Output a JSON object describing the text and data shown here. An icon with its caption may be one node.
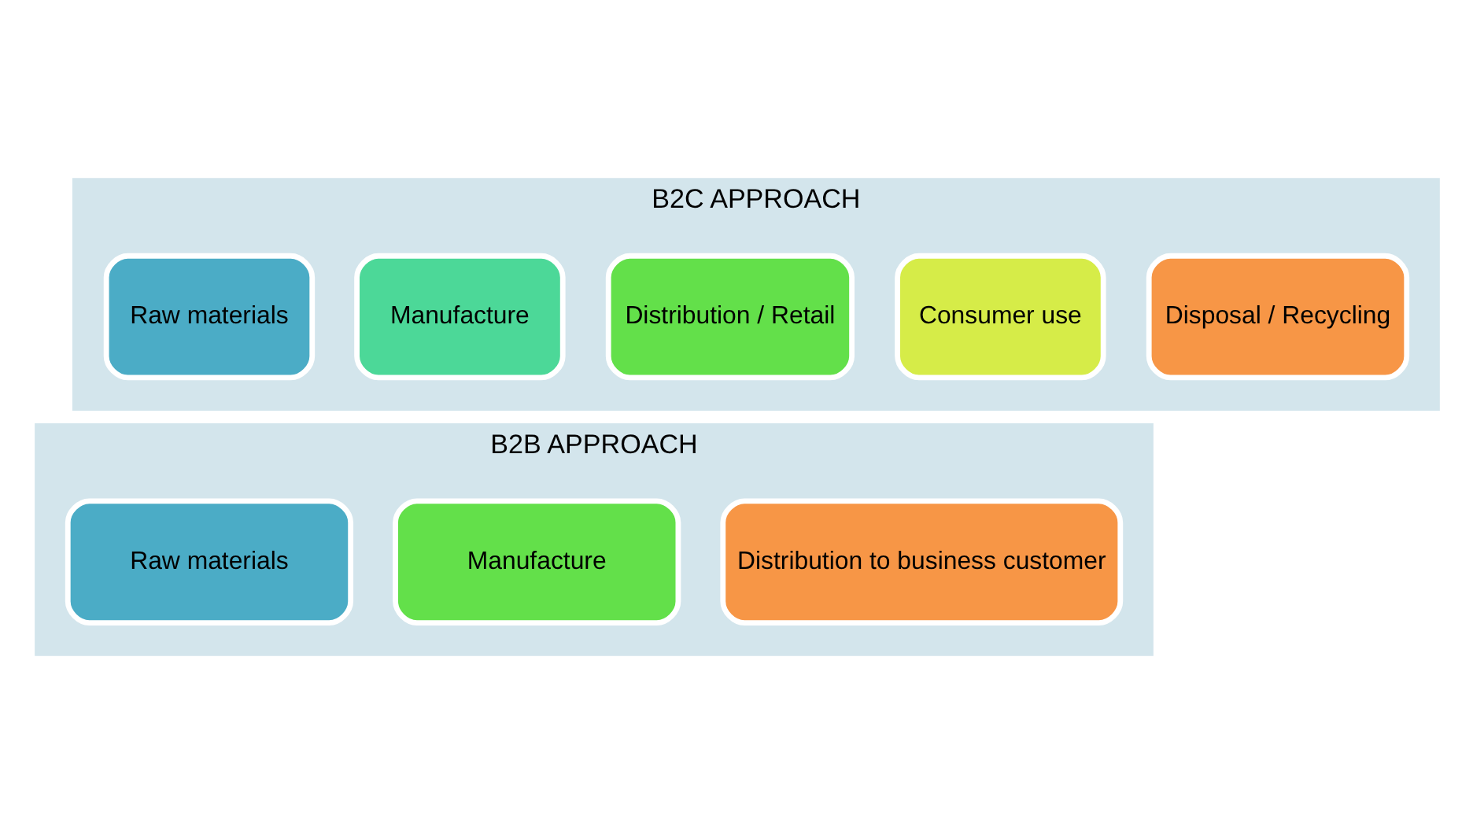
{
  "diagram": {
    "nodes": [
      {
        "text": [
          "B2C APPROACH"
        ]
      },
      {
        "text": [
          "Raw materials"
        ],
        "in": 0
      },
      {
        "text": [
          "Manufacture"
        ],
        "in": 0
      },
      {
        "text": [
          "Distribution / Retail"
        ],
        "in": 0
      },
      {
        "text": [
          "Consumer use"
        ],
        "in": 0
      },
      {
        "text": [
          "Disposal / Recycling"
        ],
        "in": 0
      },
      {
        "text": [
          "B2B APPROACH"
        ]
      },
      {
        "text": [
          "Raw materials"
        ],
        "in": 6
      },
      {
        "text": [
          "Manufacture"
        ],
        "in": 6
      },
      {
        "text": [
          "Distribution to business customer"
        ],
        "in": 6
      }
    ]
  }
}
